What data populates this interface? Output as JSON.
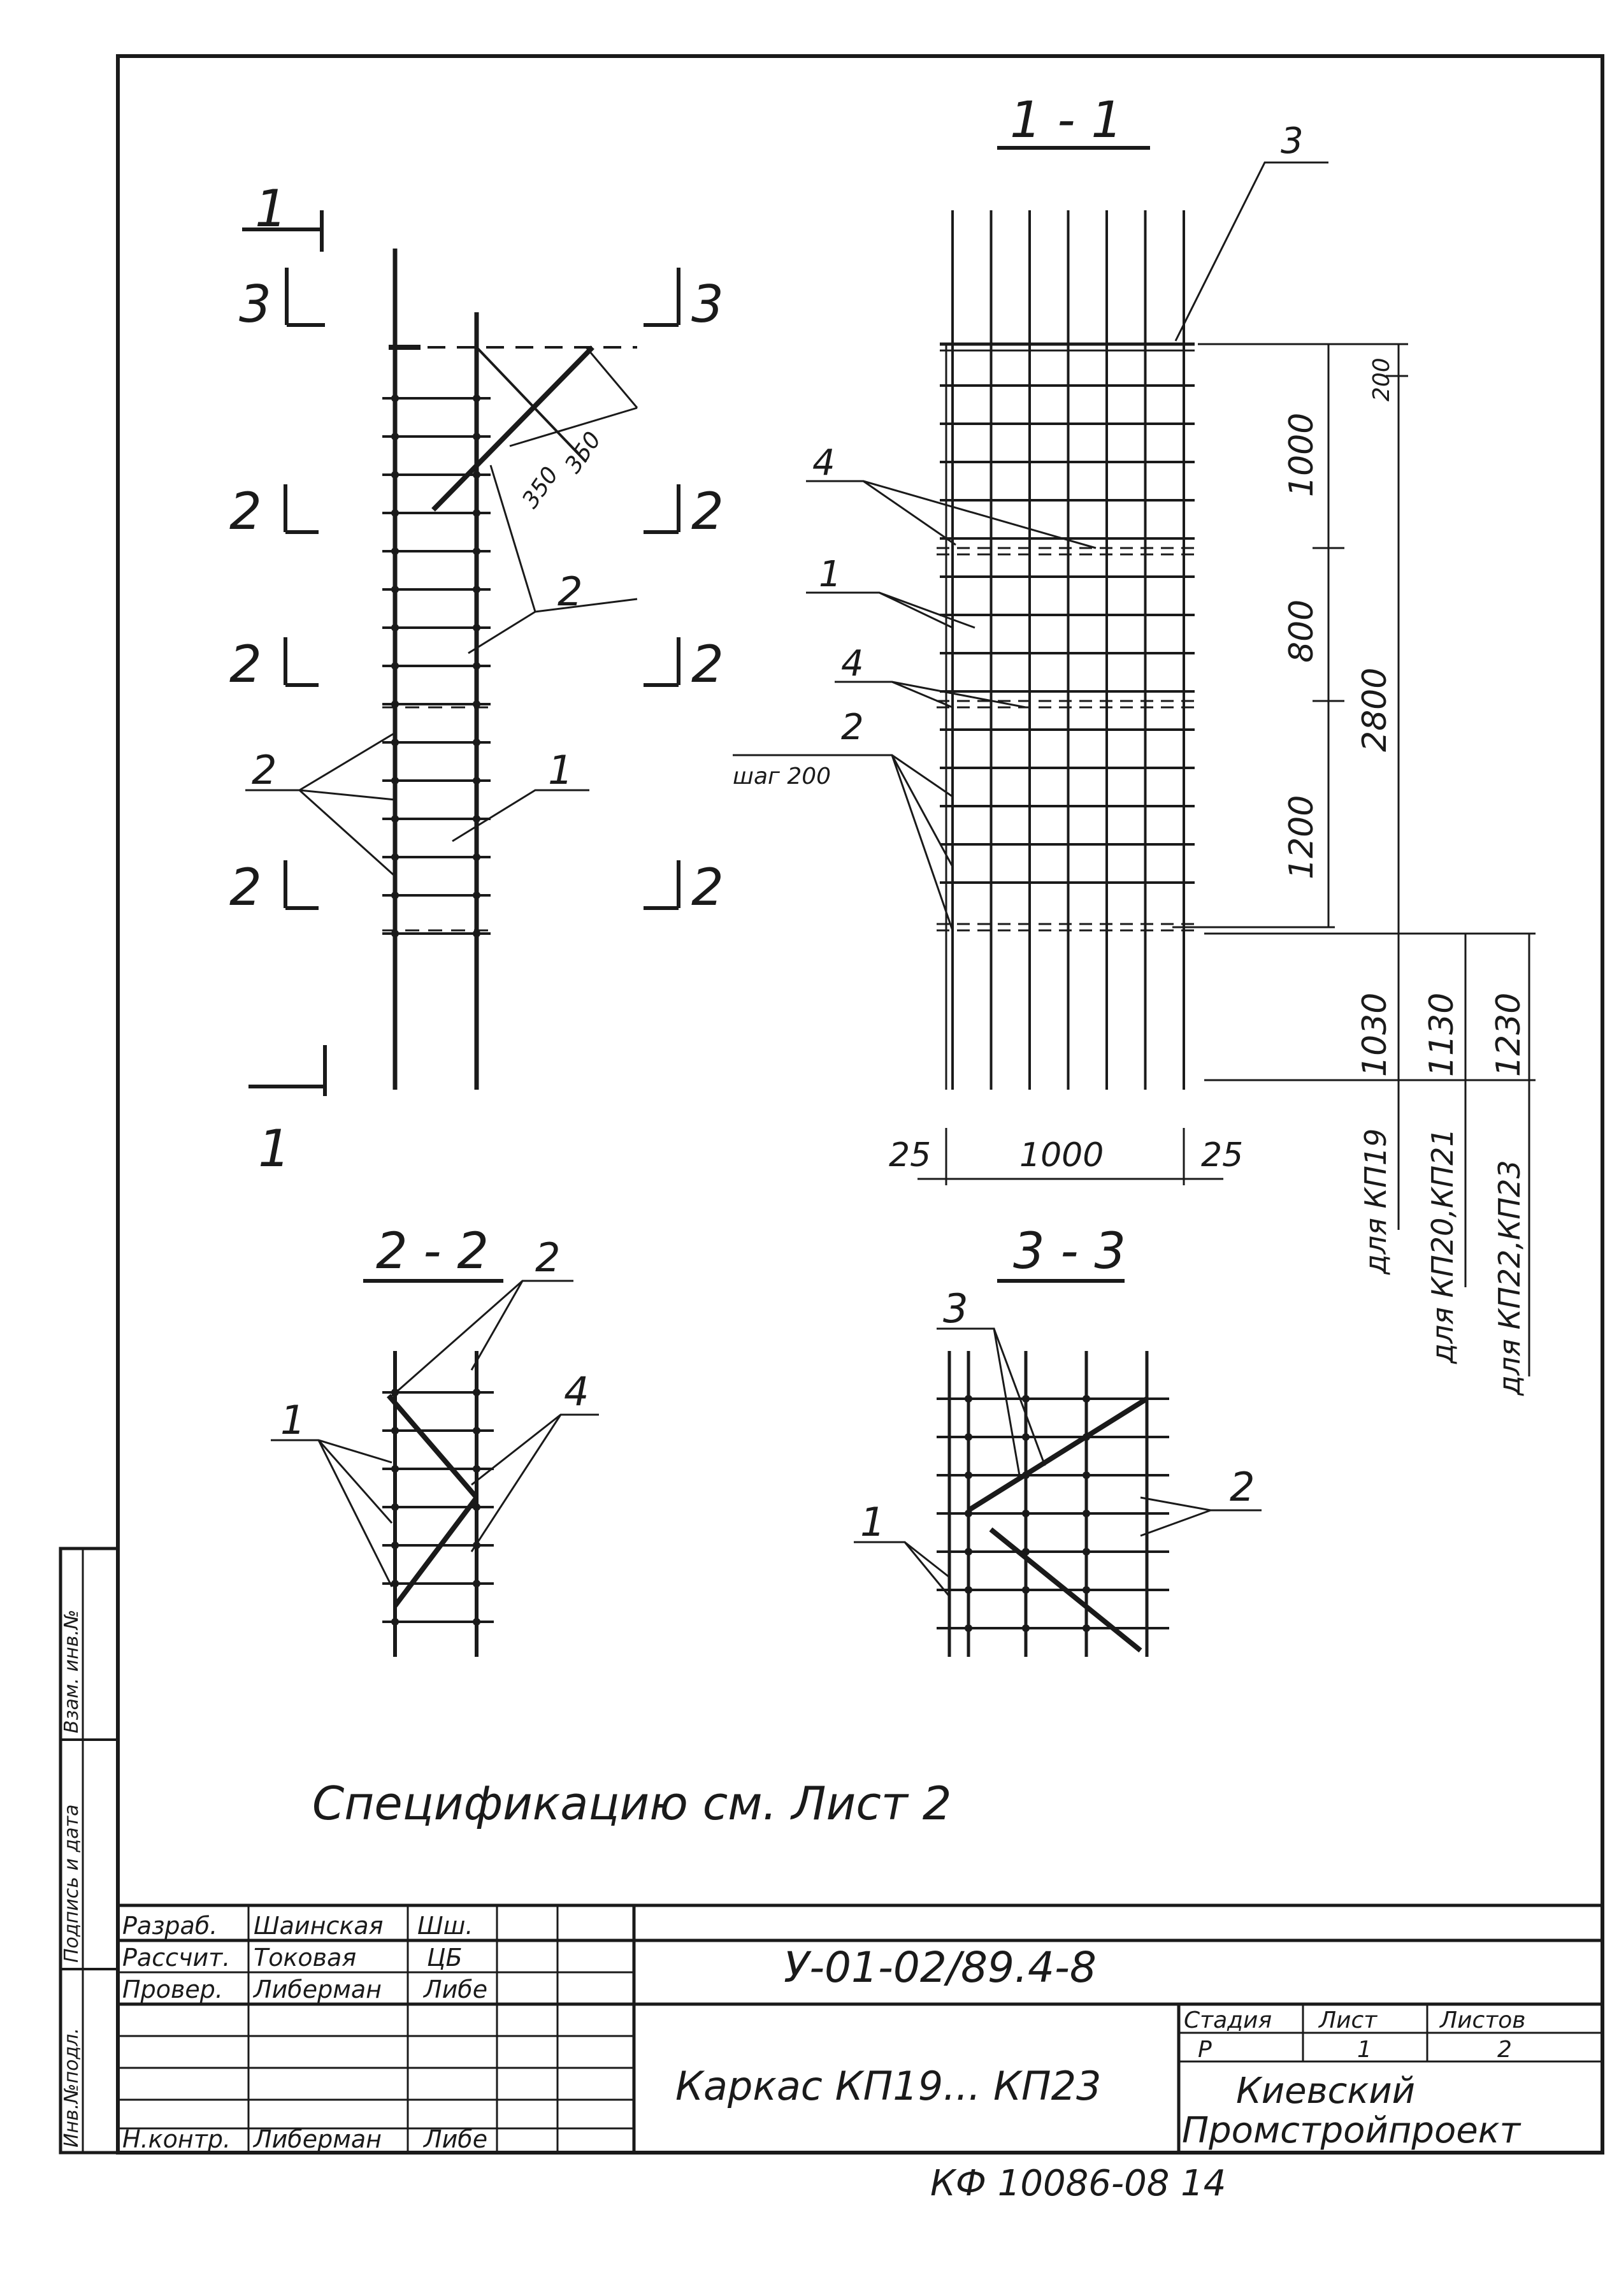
{
  "views": {
    "main": {
      "section_marks": [
        {
          "id": "1",
          "label": "1"
        },
        {
          "id": "3l",
          "label": "3"
        },
        {
          "id": "3r",
          "label": "3"
        },
        {
          "id": "2a",
          "label": "2"
        },
        {
          "id": "2b",
          "label": "2"
        },
        {
          "id": "2c",
          "label": "2"
        },
        {
          "id": "2d",
          "label": "2"
        },
        {
          "id": "2e",
          "label": "2"
        },
        {
          "id": "2f",
          "label": "2"
        },
        {
          "id": "1b",
          "label": "1"
        }
      ],
      "dims": [
        "350",
        "350"
      ],
      "callouts": {
        "c2a": "2",
        "c2b": "2",
        "c1": "1"
      }
    },
    "section_1_1": {
      "title": "1 - 1",
      "callouts": {
        "c3": "3",
        "c4a": "4",
        "c1": "1",
        "c4b": "4",
        "c2": "2",
        "step": "шаг 200"
      },
      "dims_vertical": [
        "200",
        "1000",
        "800",
        "1200",
        "2800",
        "1030",
        "1130",
        "1230"
      ],
      "dims_horizontal": [
        "25",
        "1000",
        "25"
      ],
      "notes": [
        "для КП19",
        "для КП20,КП21",
        "для КП22,КП23"
      ]
    },
    "section_2_2": {
      "title": "2 - 2",
      "callouts": {
        "c2": "2",
        "c1": "1",
        "c4": "4"
      }
    },
    "section_3_3": {
      "title": "3 - 3",
      "callouts": {
        "c3": "3",
        "c1": "1",
        "c2": "2"
      }
    },
    "spec_note": "Спецификацию см. Лист 2"
  },
  "title_block": {
    "rows": [
      {
        "role": "Разраб.",
        "name": "Шаинская",
        "sign": "Шш."
      },
      {
        "role": "Рассчит.",
        "name": "Токовая",
        "sign": "ЦБ"
      },
      {
        "role": "Провер.",
        "name": "Либерман",
        "sign": "Либе"
      },
      {
        "role": "",
        "name": "",
        "sign": ""
      },
      {
        "role": "",
        "name": "",
        "sign": ""
      },
      {
        "role": "",
        "name": "",
        "sign": ""
      },
      {
        "role": "",
        "name": "",
        "sign": ""
      },
      {
        "role": "Н.контр.",
        "name": "Либерман",
        "sign": "Либе"
      }
    ],
    "code": "У-01-02/89.4-8",
    "name": "Каркас КП19... КП23",
    "stage_header": "Стадия",
    "sheet_header": "Лист",
    "sheets_header": "Листов",
    "stage": "Р",
    "sheet": "1",
    "sheets": "2",
    "org_line1": "Киевский",
    "org_line2": "Промстройпроект"
  },
  "side_stamp": [
    "Инв.№подл.",
    "Подпись и дата",
    "Взам. инв.№"
  ],
  "footer": "КФ 10086-08   14"
}
